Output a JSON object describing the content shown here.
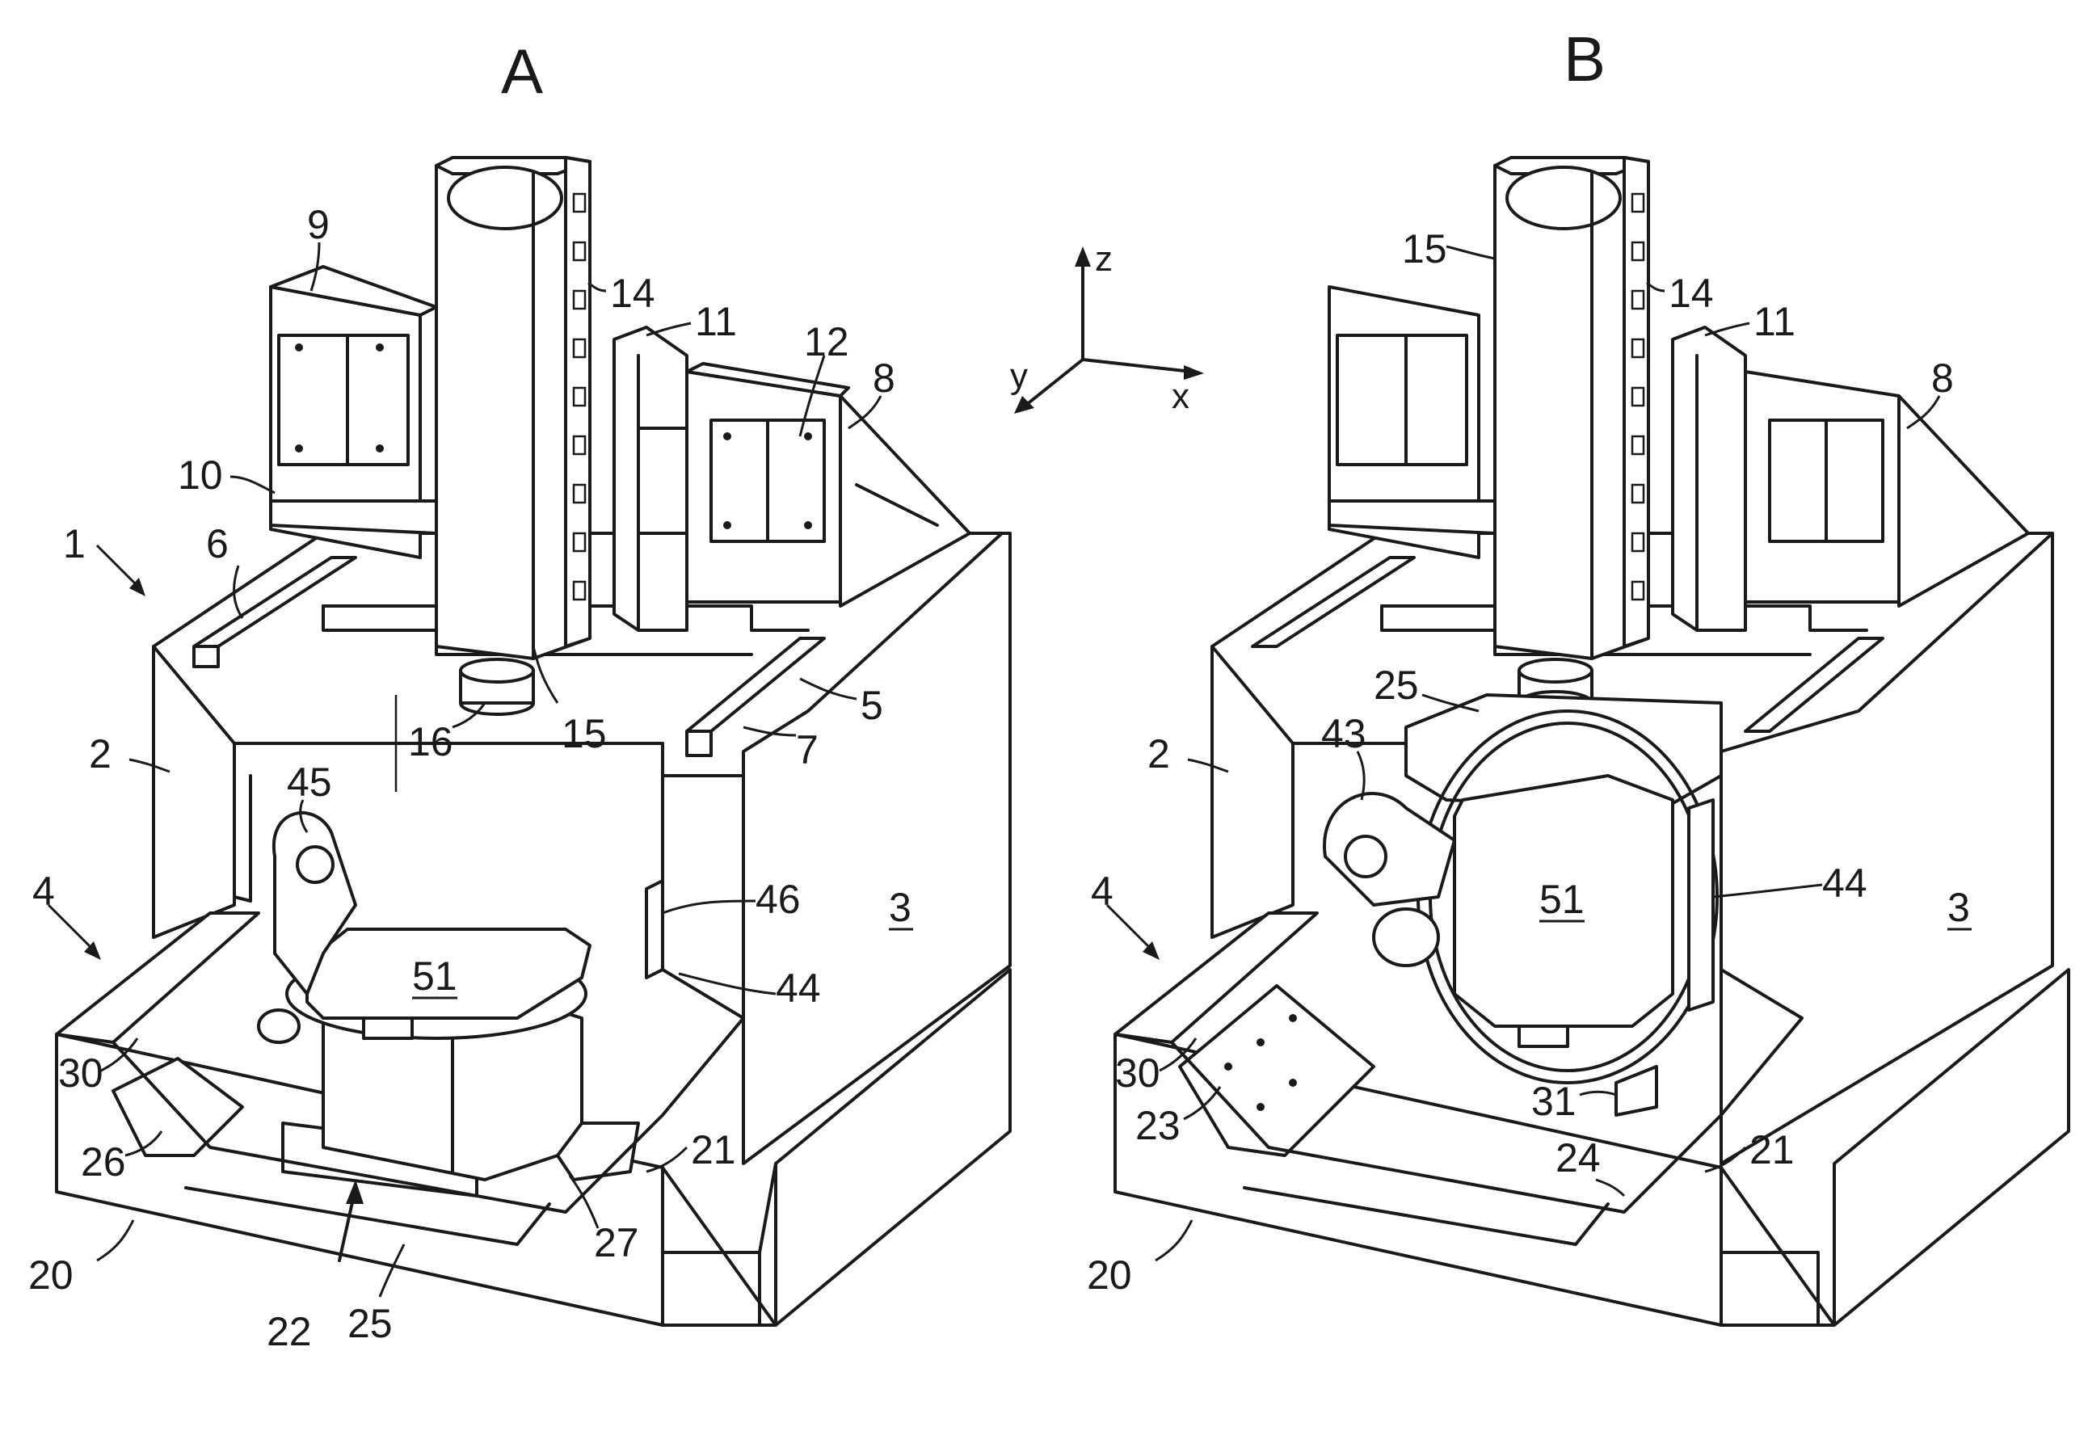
{
  "figure": {
    "panel_a": {
      "title": "A",
      "labels": {
        "l1": "1",
        "l2": "2",
        "l3": "3",
        "l4": "4",
        "l5": "5",
        "l6": "6",
        "l7": "7",
        "l8": "8",
        "l9": "9",
        "l10": "10",
        "l11": "11",
        "l12": "12",
        "l14": "14",
        "l15": "15",
        "l16": "16",
        "l20": "20",
        "l21": "21",
        "l22": "22",
        "l25": "25",
        "l26": "26",
        "l27": "27",
        "l30": "30",
        "l44": "44",
        "l45": "45",
        "l46": "46",
        "l51": "51"
      }
    },
    "panel_b": {
      "title": "B",
      "labels": {
        "l3": "3",
        "l2": "2",
        "l4": "4",
        "l8": "8",
        "l11": "11",
        "l14": "14",
        "l15": "15",
        "l20": "20",
        "l21": "21",
        "l23": "23",
        "l24": "24",
        "l25": "25",
        "l30": "30",
        "l31": "31",
        "l43": "43",
        "l44": "44",
        "l51": "51"
      }
    },
    "axes": {
      "x": "x",
      "y": "y",
      "z": "z"
    },
    "line_color": "#1a1a1a",
    "background": "#ffffff"
  }
}
